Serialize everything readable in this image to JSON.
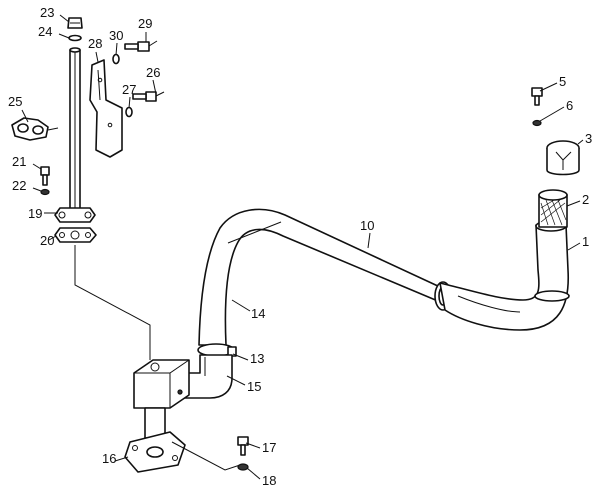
{
  "callouts": {
    "c1": "1",
    "c2": "2",
    "c3": "3",
    "c5": "5",
    "c6": "6",
    "c10": "10",
    "c13": "13",
    "c14": "14",
    "c15": "15",
    "c16": "16",
    "c17": "17",
    "c18": "18",
    "c19": "19",
    "c20": "20",
    "c21": "21",
    "c22": "22",
    "c23": "23",
    "c24": "24",
    "c25": "25",
    "c26": "26",
    "c27": "27",
    "c28": "28",
    "c29": "29",
    "c30": "30"
  }
}
